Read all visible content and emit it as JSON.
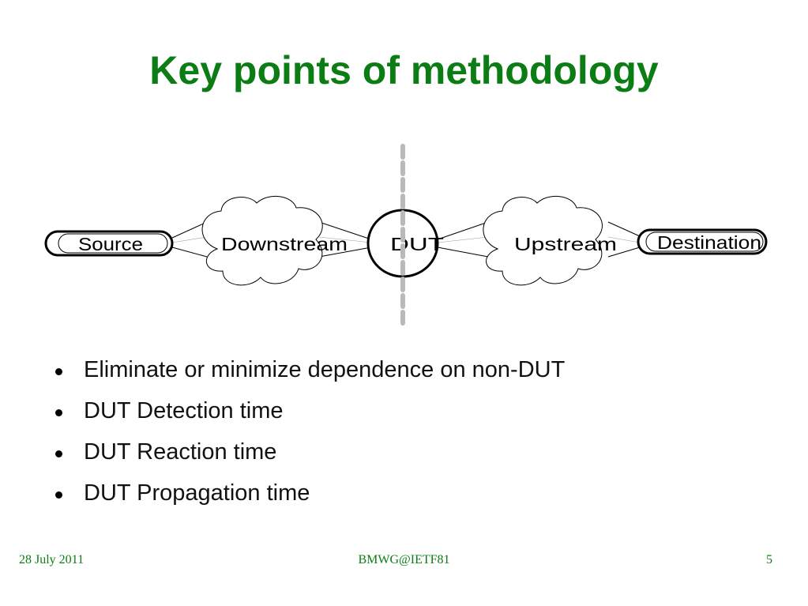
{
  "slide": {
    "title": "Key points of methodology"
  },
  "diagram": {
    "nodes": {
      "source": "Source",
      "downstream": "Downstream",
      "dut": "DUT",
      "upstream": "Upstream",
      "destination": "Destination"
    }
  },
  "bullets": [
    "Eliminate or minimize dependence on non-DUT",
    "DUT Detection time",
    "DUT Reaction time",
    "DUT Propagation time"
  ],
  "footer": {
    "date": "28 July 2011",
    "event": "BMWG@IETF81",
    "page": "5"
  },
  "colors": {
    "title": "#0b7d14",
    "divider": "#b9b9b9"
  }
}
